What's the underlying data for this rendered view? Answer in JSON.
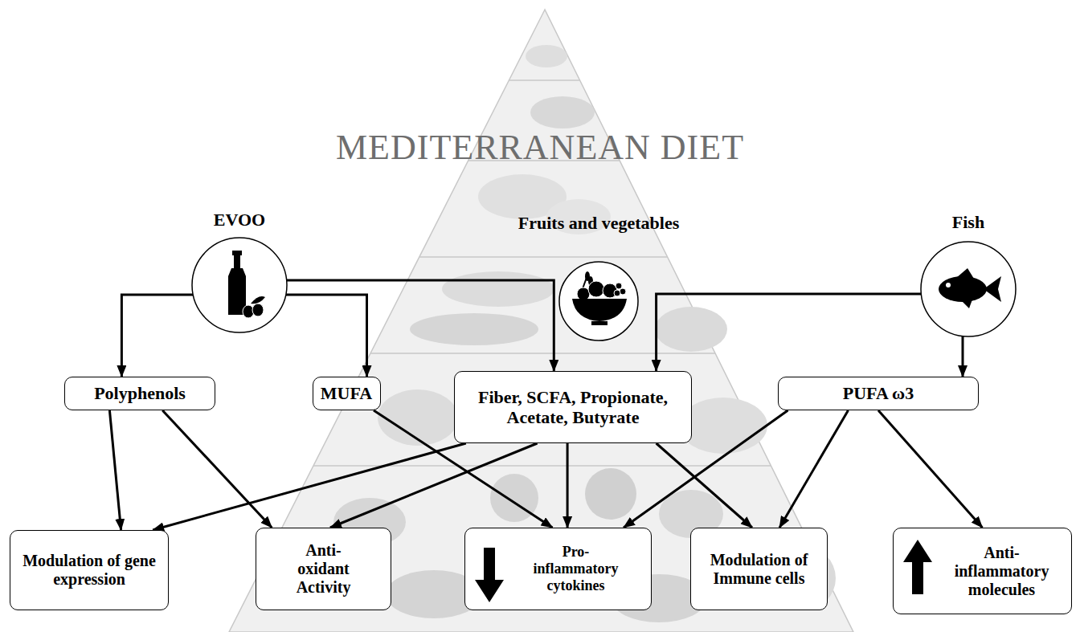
{
  "diagram": {
    "title": "MEDITERRANEAN DIET",
    "nodes": [
      {
        "text": [
          "EVOO"
        ]
      },
      {
        "text": [
          "Fruits and vegetables"
        ]
      },
      {
        "text": [
          "Fish"
        ]
      },
      {
        "text": [
          "Polyphenols"
        ]
      },
      {
        "text": [
          "MUFA"
        ]
      },
      {
        "text": [
          "Fiber, SCFA, Propionate, Acetate, Butyrate"
        ]
      },
      {
        "text": [
          "PUFA ω3"
        ]
      },
      {
        "text": [
          "Modulation of gene expression"
        ]
      },
      {
        "text": [
          "Anti- oxidant Activity"
        ]
      },
      {
        "text": [
          "Pro- inflammatory cytokines"
        ]
      },
      {
        "text": [
          "Modulation of Immune cells"
        ]
      },
      {
        "text": [
          "Anti- inflammatory molecules"
        ]
      }
    ],
    "edges": [
      {
        "from": 0,
        "to": 3,
        "arrow": "to"
      },
      {
        "from": 0,
        "to": 4,
        "arrow": "to"
      },
      {
        "from": 0,
        "to": 5,
        "arrow": "to"
      },
      {
        "from": 2,
        "to": 5,
        "arrow": "to"
      },
      {
        "from": 2,
        "to": 6,
        "arrow": "to"
      },
      {
        "from": 3,
        "to": 7,
        "arrow": "to"
      },
      {
        "from": 3,
        "to": 8,
        "arrow": "to"
      },
      {
        "from": 4,
        "to": 9,
        "arrow": "to"
      },
      {
        "from": 5,
        "to": 7,
        "arrow": "to"
      },
      {
        "from": 5,
        "to": 8,
        "arrow": "to"
      },
      {
        "from": 5,
        "to": 9,
        "arrow": "to"
      },
      {
        "from": 5,
        "to": 10,
        "arrow": "to"
      },
      {
        "from": 6,
        "to": 9,
        "arrow": "to"
      },
      {
        "from": 6,
        "to": 10,
        "arrow": "to"
      },
      {
        "from": 6,
        "to": 11,
        "arrow": "to"
      }
    ]
  }
}
